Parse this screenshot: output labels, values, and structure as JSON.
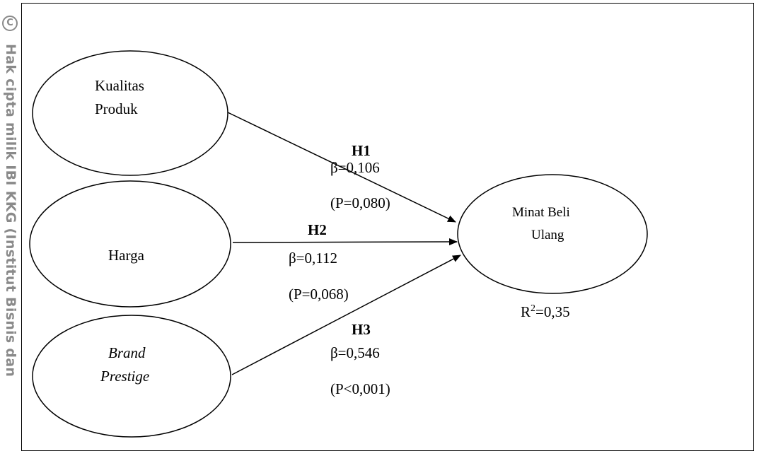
{
  "watermark": {
    "copyright_symbol": "C",
    "text": "Hak cipta milik IBI KKG (Institut Bisnis dan"
  },
  "nodes": {
    "kualitas_produk": [
      "Kualitas",
      "Produk"
    ],
    "harga": [
      "Harga"
    ],
    "brand_prestige": [
      "Brand",
      "Prestige"
    ],
    "minat_beli_ulang": [
      "Minat Beli",
      "Ulang"
    ]
  },
  "paths": {
    "h1": {
      "label": "H1",
      "beta": "β=0,106",
      "p": "(P=0,080)"
    },
    "h2": {
      "label": "H2",
      "beta": "β=0,112",
      "p": "(P=0,068)"
    },
    "h3": {
      "label": "H3",
      "beta": "β=0,546",
      "p": "(P<0,001)"
    }
  },
  "r_squared": {
    "prefix": "R",
    "sup": "2",
    "value": "=0,35"
  }
}
